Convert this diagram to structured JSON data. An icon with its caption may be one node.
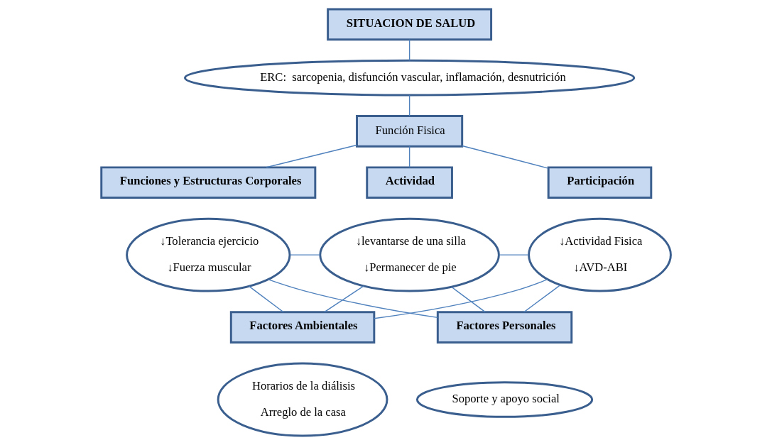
{
  "diagram": {
    "nodes": [
      {
        "text": [
          "SITUACION DE SALUD"
        ]
      },
      {
        "text": [
          "ERC:  sarcopenia, disfunción vascular, inflamación, desnutrición"
        ]
      },
      {
        "text": [
          "Función Fisica"
        ]
      },
      {
        "text": [
          "Funciones y Estructuras Corporales"
        ]
      },
      {
        "text": [
          "Actividad"
        ]
      },
      {
        "text": [
          "Participación"
        ]
      },
      {
        "text": [
          "↓Tolerancia ejercicio",
          "↓Fuerza muscular"
        ]
      },
      {
        "text": [
          "↓levantarse de una silla",
          "↓Permanecer de pie"
        ]
      },
      {
        "text": [
          "↓Actividad Fisica",
          "↓AVD-ABI"
        ]
      },
      {
        "text": [
          "Factores Ambientales"
        ]
      },
      {
        "text": [
          "Factores Personales"
        ]
      },
      {
        "text": [
          "Horarios de la diálisis",
          "Arreglo de la casa"
        ]
      },
      {
        "text": [
          "Soporte y apoyo social"
        ]
      }
    ],
    "edges": [
      {
        "from": 0,
        "to": 1,
        "arrow": "none"
      },
      {
        "from": 1,
        "to": 2,
        "arrow": "none"
      },
      {
        "from": 2,
        "to": 3,
        "arrow": "none"
      },
      {
        "from": 2,
        "to": 4,
        "arrow": "none"
      },
      {
        "from": 2,
        "to": 5,
        "arrow": "none"
      },
      {
        "from": 6,
        "to": 7,
        "arrow": "none"
      },
      {
        "from": 7,
        "to": 8,
        "arrow": "none"
      },
      {
        "from": 6,
        "to": 9,
        "arrow": "none"
      },
      {
        "from": 6,
        "to": 10,
        "arrow": "none"
      },
      {
        "from": 7,
        "to": 9,
        "arrow": "none"
      },
      {
        "from": 7,
        "to": 10,
        "arrow": "none"
      },
      {
        "from": 8,
        "to": 9,
        "arrow": "none"
      },
      {
        "from": 8,
        "to": 10,
        "arrow": "none"
      }
    ]
  }
}
